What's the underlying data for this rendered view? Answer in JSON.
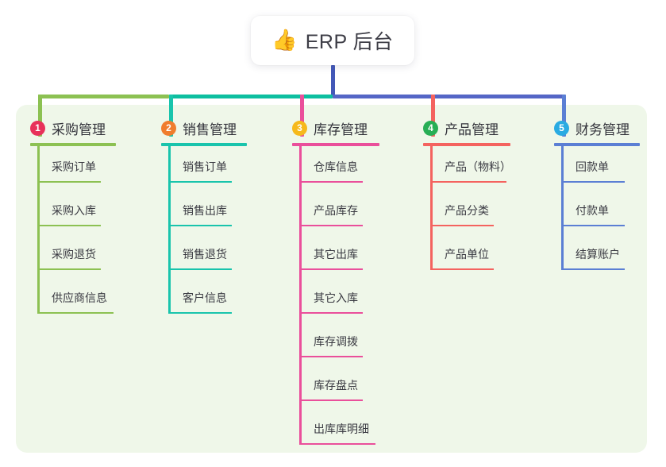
{
  "root": {
    "icon": "thumbs-up-emoji",
    "emoji": "👍",
    "title": "ERP 后台"
  },
  "palette": {
    "panel_background": "#eff7e9",
    "root_stem": "#4358b8",
    "page_background": "#ffffff"
  },
  "connector": {
    "segments": [
      {
        "name": "green-segment",
        "color": "#8cc152"
      },
      {
        "name": "teal-segment",
        "color": "#0dbfa0"
      },
      {
        "name": "blue-segment",
        "color": "#5566c6"
      }
    ]
  },
  "columns": [
    {
      "number": "1",
      "title": "采购管理",
      "badge_color": "#e8315a",
      "line_color": "#8cc152",
      "items": [
        "采购订单",
        "采购入库",
        "采购退货",
        "供应商信息"
      ]
    },
    {
      "number": "2",
      "title": "销售管理",
      "badge_color": "#f07d2e",
      "line_color": "#19c4ac",
      "items": [
        "销售订单",
        "销售出库",
        "销售退货",
        "客户信息"
      ]
    },
    {
      "number": "3",
      "title": "库存管理",
      "badge_color": "#f6b91b",
      "line_color": "#ea4f9b",
      "items": [
        "仓库信息",
        "产品库存",
        "其它出库",
        "其它入库",
        "库存调拨",
        "库存盘点",
        "出库库明细"
      ]
    },
    {
      "number": "4",
      "title": "产品管理",
      "badge_color": "#27ae55",
      "line_color": "#f4635f",
      "items": [
        "产品（物料）",
        "产品分类",
        "产品单位"
      ]
    },
    {
      "number": "5",
      "title": "财务管理",
      "badge_color": "#29abe2",
      "line_color": "#5b7fd4",
      "items": [
        "回款单",
        "付款单",
        "结算账户"
      ]
    }
  ]
}
